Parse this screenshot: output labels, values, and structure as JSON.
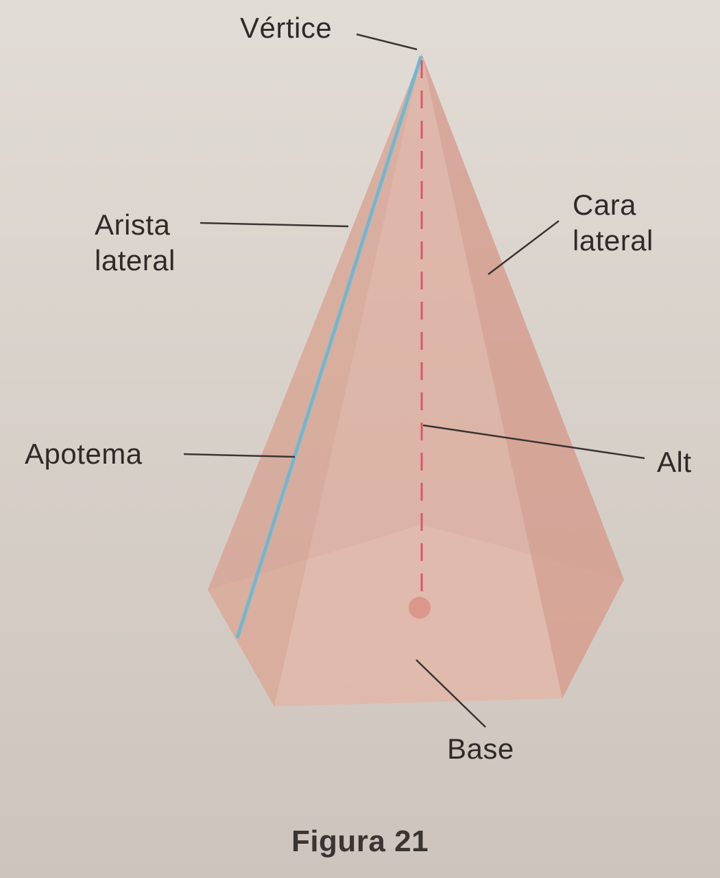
{
  "diagram": {
    "labels": {
      "vertex": "Vértice",
      "lateral_edge": [
        "Arista",
        "lateral"
      ],
      "lateral_face": [
        "Cara",
        "lateral"
      ],
      "apothem": "Apotema",
      "height": "Alt",
      "base": "Base"
    },
    "caption": "Figura 21",
    "colors": {
      "background": "#ddd6cf",
      "pyramid_face": "#dca494",
      "apothem_line": "#6fb8d2",
      "height_dashes": "#d9576a",
      "leader_lines": "#3a3432",
      "text": "#2f2a28"
    }
  }
}
